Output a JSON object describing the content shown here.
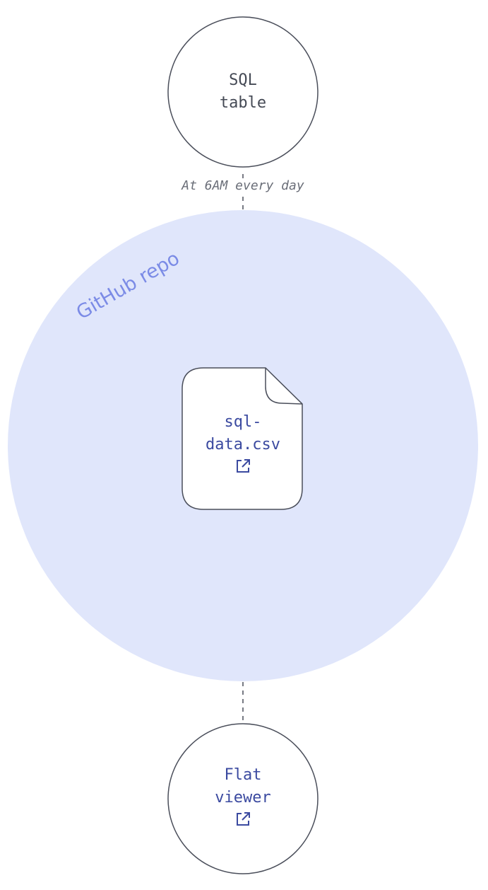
{
  "nodes": {
    "source": {
      "line1": "SQL",
      "line2": "table"
    },
    "edge_schedule": "At 6AM every day",
    "repo": {
      "label": "GitHub repo"
    },
    "file": {
      "line1": "sql-",
      "line2": "data.csv",
      "icon": "external-link-icon"
    },
    "viewer": {
      "line1": "Flat",
      "line2": "viewer",
      "icon": "external-link-icon"
    }
  },
  "colors": {
    "stroke": "#4a4e5a",
    "repo_fill": "#e0e6fb",
    "repo_label": "#7b8be6",
    "link_text": "#3b4aa0",
    "plain_text": "#454a55",
    "schedule_text": "#6a6e78"
  }
}
